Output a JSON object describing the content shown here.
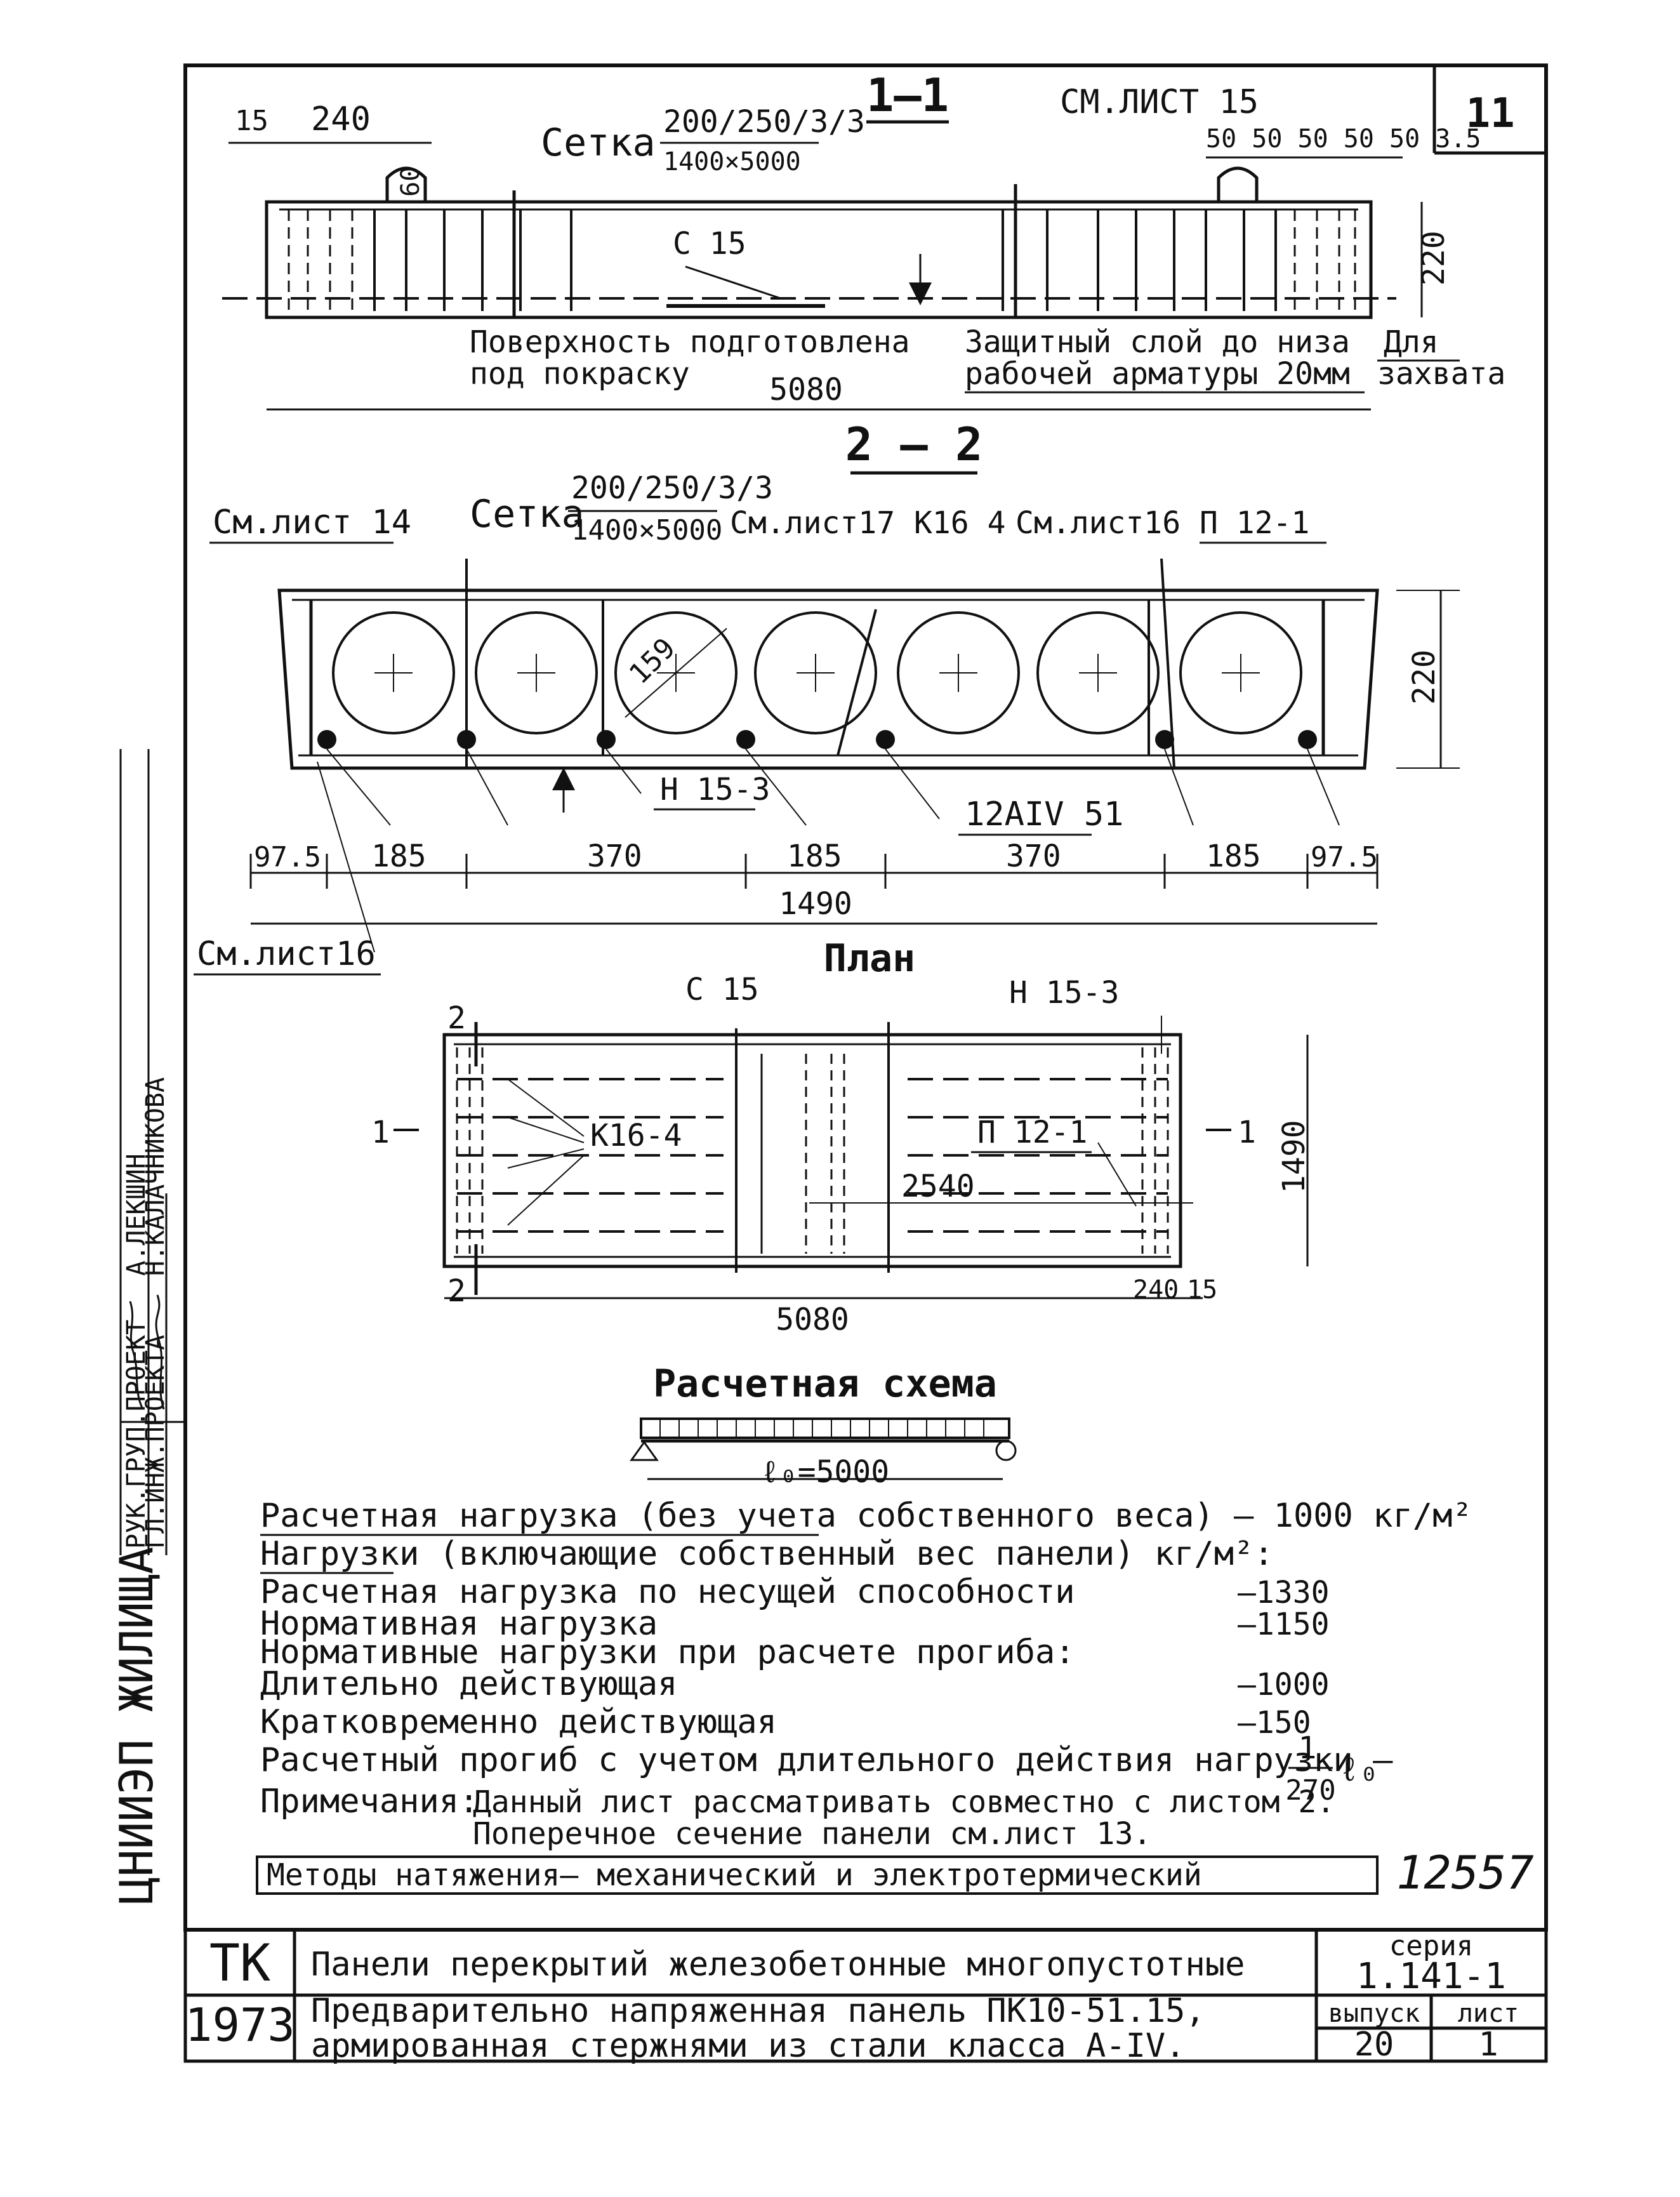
{
  "sheet": {
    "sheet_number": "11",
    "stamp_number": "12557",
    "side_org": "ЦНИИЭП ЖИЛИЩА",
    "side_roles": [
      "РУК.ГРУП.ПРОЕКТ",
      "ГЛ.ИНЖ.ПРОЕКТА"
    ],
    "side_names": [
      "А.ЛЕКШИН",
      "Н.КАЛАЧНИКОВА"
    ]
  },
  "section_1_1": {
    "title": "1—1",
    "mesh_label": "Сетка",
    "mesh_spec": "200/250/3/3",
    "mesh_size": "1400×5000",
    "see_sheet": "СМ.ЛИСТ 15",
    "dim_15": "15",
    "dim_240": "240",
    "dim_60": "60",
    "small_dims": "50 50 50 50 50 3.5",
    "label_c15": "С 15",
    "note_surface_1": "Поверхность подготовлена",
    "note_surface_2": "под покраску",
    "note_cover_1": "Защитный слой до низа",
    "note_cover_2": "рабочей арматуры 20мм",
    "note_grip_1": "Для",
    "note_grip_2": "захвата",
    "dim_220": "220",
    "dim_5080": "5080"
  },
  "section_2_2": {
    "title": "2 — 2",
    "mesh_label": "Сетка",
    "mesh_spec": "200/250/3/3",
    "mesh_size": "1400×5000",
    "see_sheet_14": "См.лист 14",
    "see_sheet_17": "См.лист17",
    "label_k16": "К16 4",
    "see_sheet_16": "См.лист16",
    "label_p12": "П 12-1",
    "dim_220": "220",
    "dim_159": "159",
    "label_n15": "Н 15-3",
    "label_rebar": "12АIV 51",
    "dims": [
      "97.5",
      "185",
      "370",
      "185",
      "370",
      "185",
      "97.5"
    ],
    "dim_total": "1490",
    "see_sheet_16_bottom": "См.лист16"
  },
  "plan": {
    "title": "План",
    "label_c15": "С 15",
    "label_n15": "Н 15-3",
    "label_k16": "К16-4",
    "label_p12": "П 12-1",
    "dim_2540": "2540",
    "dim_1490": "1490",
    "dim_5080": "5080",
    "dim_240": "240",
    "dim_15": "15",
    "cut_1": "1",
    "cut_2": "2"
  },
  "calc_scheme": {
    "title": "Расчетная схема",
    "span": "ℓ₀=5000"
  },
  "loads": {
    "design_load": "Расчетная нагрузка (без учета собственного веса) — 1000 кг/м²",
    "heading": "Нагрузки (включающие собственный вес панели) кг/м²:",
    "rows": [
      {
        "label": "Расчетная нагрузка по несущей способности",
        "value": "—1330"
      },
      {
        "label": "Нормативная нагрузка",
        "value": "—1150"
      },
      {
        "label": "Нормативные нагрузки при расчете прогиба:",
        "value": ""
      },
      {
        "label": "Длительно действующая",
        "value": "—1000"
      },
      {
        "label": "Кратковременно действующая",
        "value": "—150"
      }
    ],
    "deflection_label": "Расчетный прогиб с учетом длительного действия нагрузки —",
    "deflection_num": "1",
    "deflection_den": "270",
    "deflection_unit": "ℓ₀",
    "notes_label": "Примечания:",
    "note_1": "Данный лист рассматривать совместно с листом 2.",
    "note_2": "Поперечное сечение панели см.лист 13.",
    "methods": "Методы натяжения— механический и электротермический"
  },
  "title_block": {
    "code": "ТК",
    "year": "1973",
    "title_1": "Панели перекрытий железобетонные многопустотные",
    "title_2": "Предварительно напряженная панель ПК10-51.15,",
    "title_3": "армированная стержнями из стали класса А-IV.",
    "series_label": "серия",
    "series_value": "1.141-1",
    "issue_label": "выпуск",
    "issue_value": "20",
    "sheet_label": "лист",
    "sheet_value": "1"
  }
}
